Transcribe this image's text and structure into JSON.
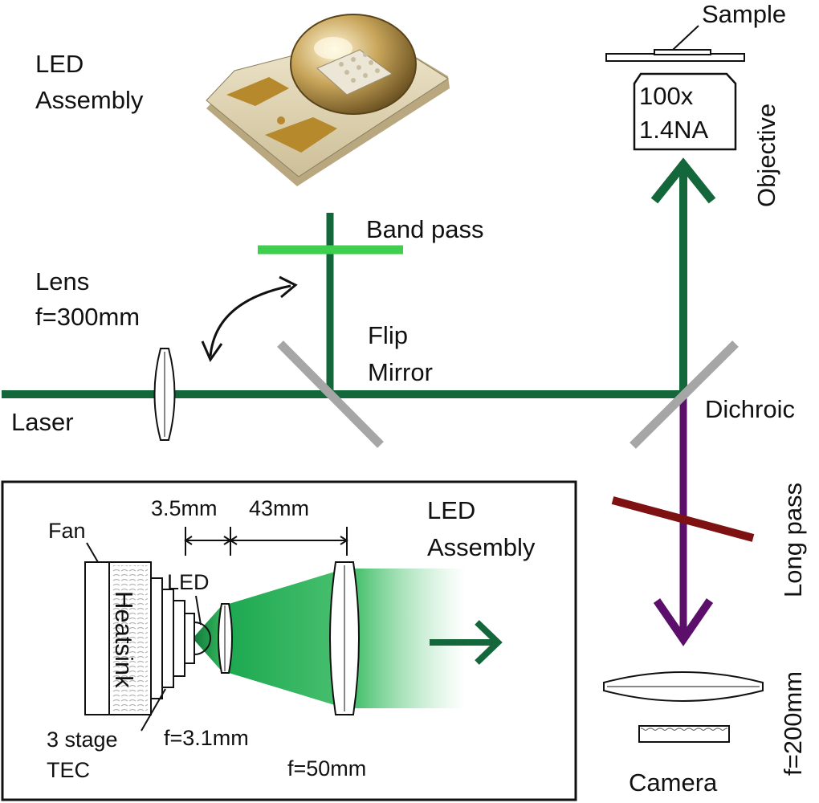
{
  "labels": {
    "led_assembly_photo": [
      "LED",
      "Assembly"
    ],
    "sample": "Sample",
    "objective_mag": [
      "100x",
      "1.4NA"
    ],
    "objective": "Objective",
    "band_pass": "Band pass",
    "lens": [
      "Lens",
      "f=300mm"
    ],
    "flip_mirror": [
      "Flip",
      "Mirror"
    ],
    "laser": "Laser",
    "dichroic": "Dichroic",
    "long_pass": "Long pass",
    "tube_lens": "f=200mm",
    "camera": "Camera",
    "inset_title": [
      "LED",
      "Assembly"
    ],
    "fan": "Fan",
    "heatsink": "Heatsink",
    "led": "LED",
    "dist_1": "3.5mm",
    "dist_2": "43mm",
    "tec": [
      "3 stage",
      "TEC"
    ],
    "collimator": "f=3.1mm",
    "condenser": "f=50mm"
  },
  "colors": {
    "beam_green": "#13673a",
    "band_pass_green": "#3fcf4f",
    "emission_purple": "#5c0f6a",
    "long_pass_red": "#7e1212",
    "mirror_grey": "#a6a6a6",
    "led_cone_green": "#1da850"
  }
}
